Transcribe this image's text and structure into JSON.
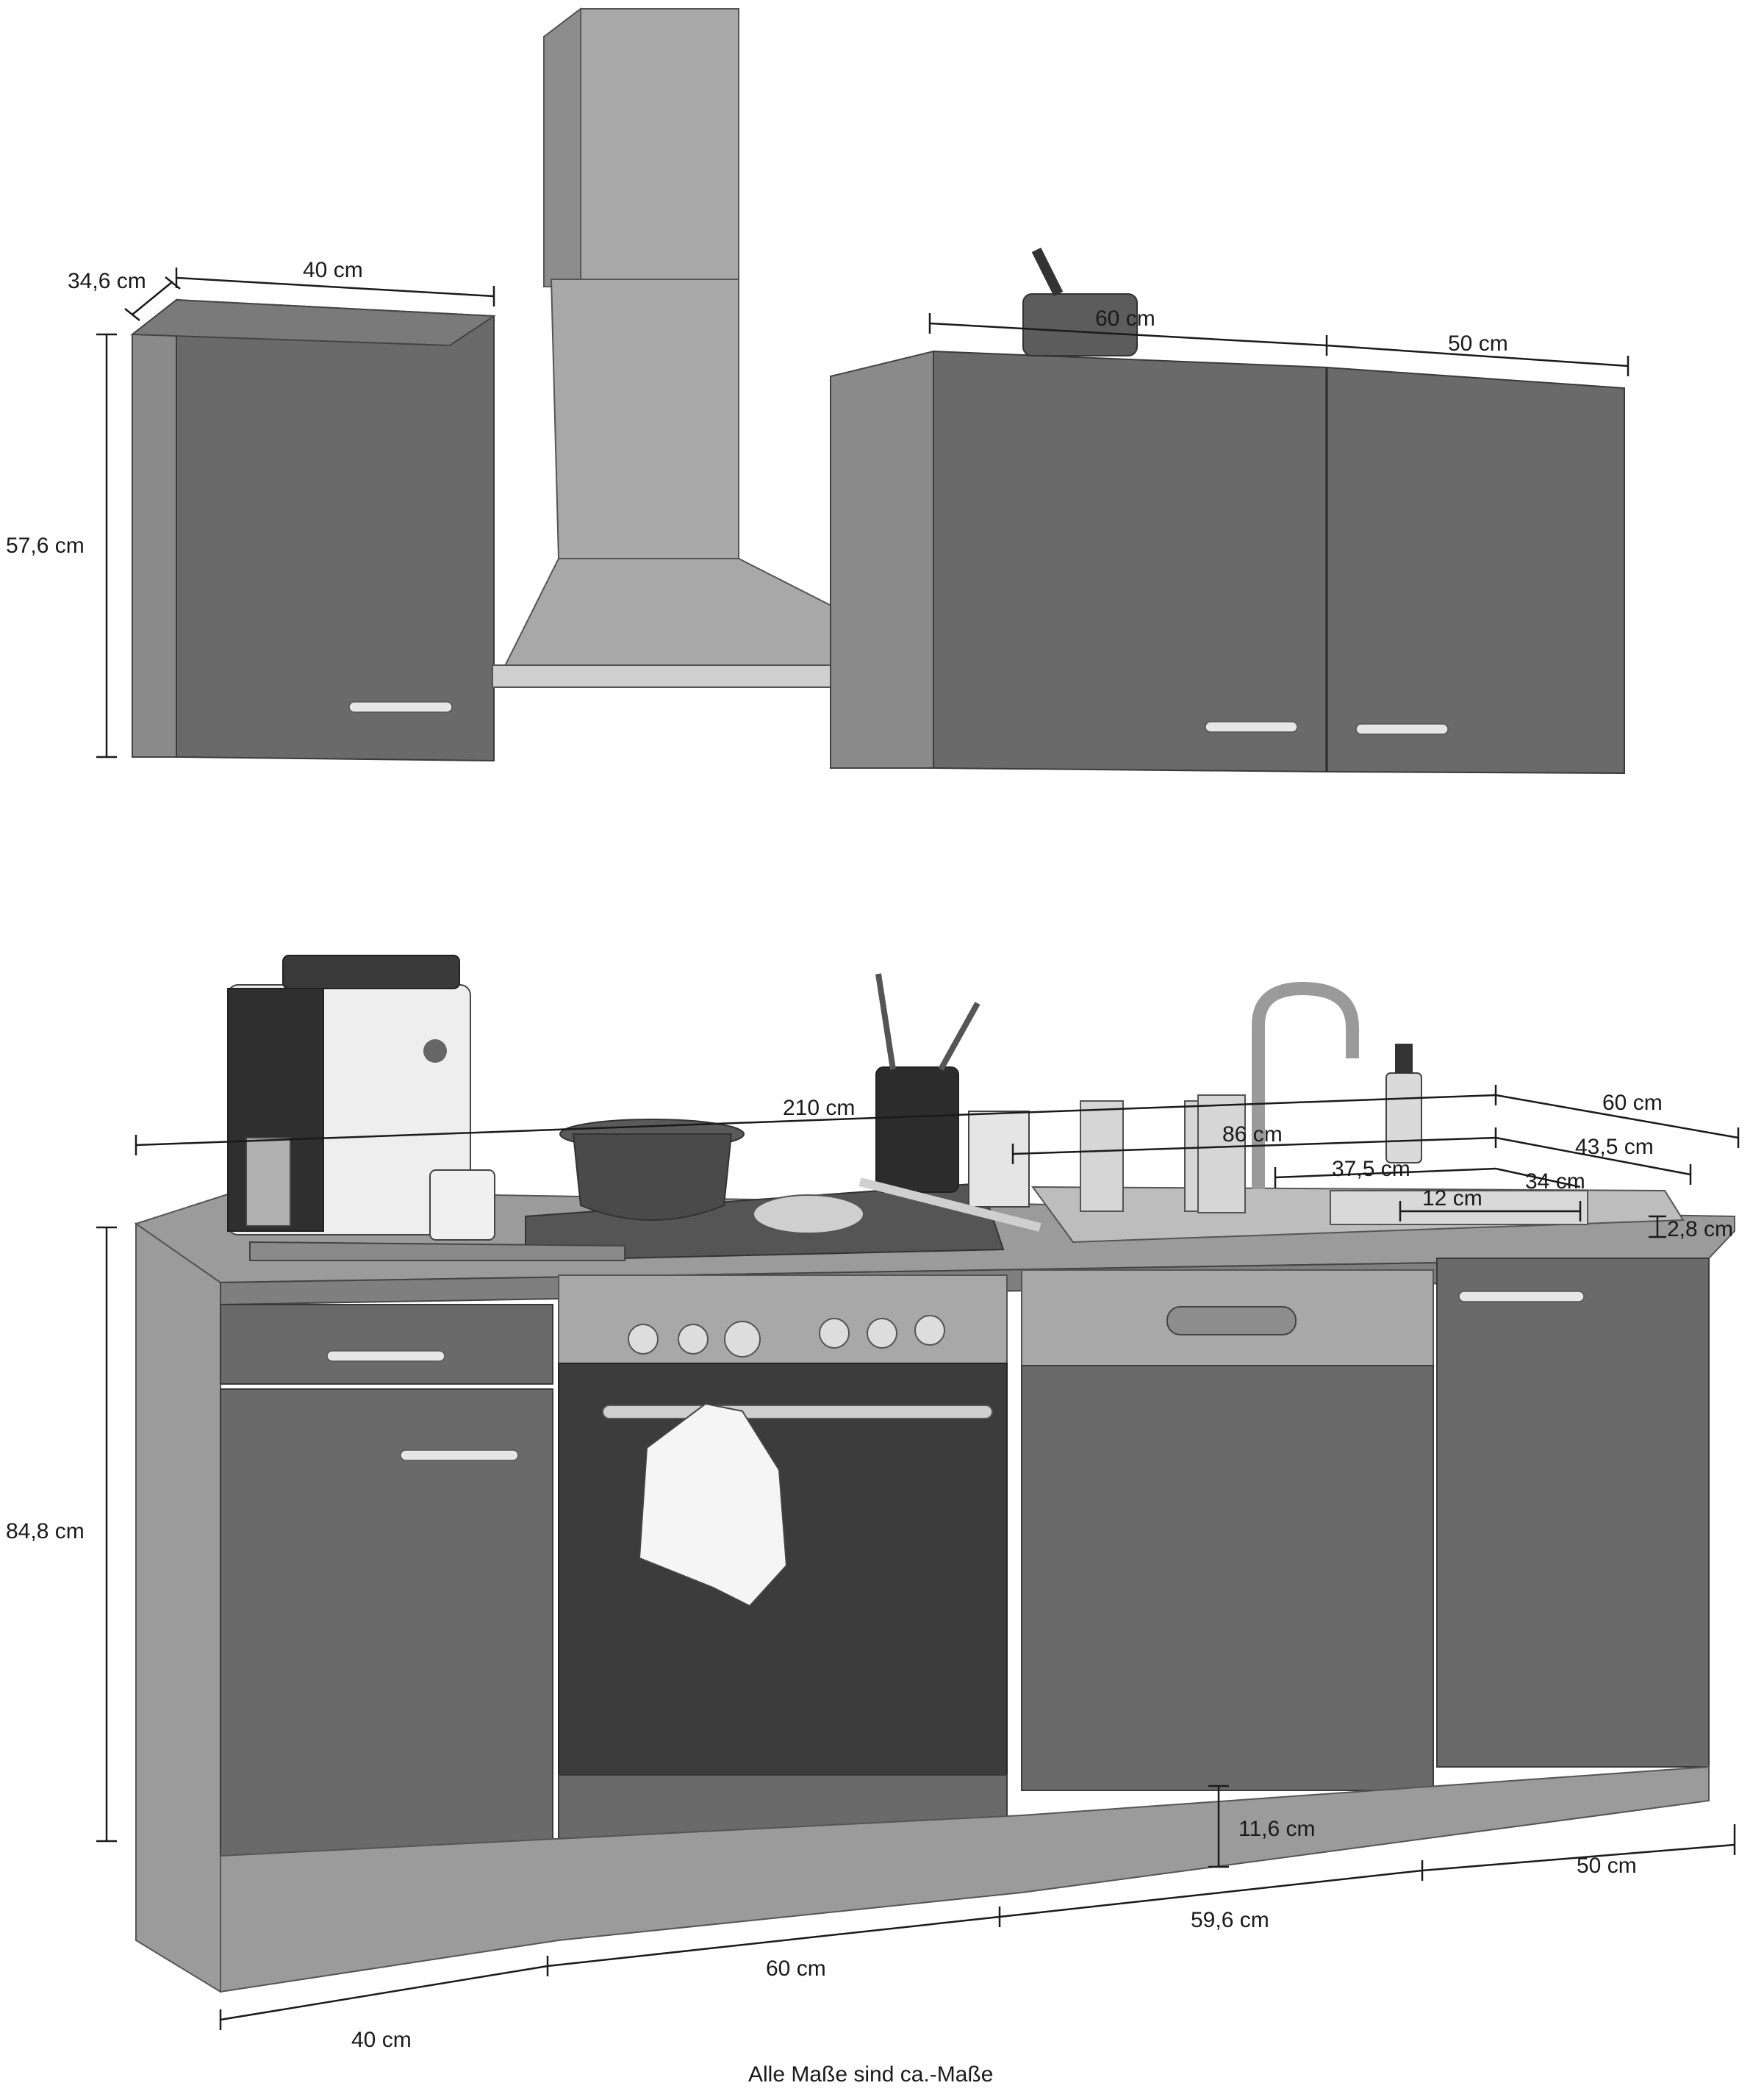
{
  "dimensions": {
    "upper_left_depth": "34,6 cm",
    "upper_left_width": "40 cm",
    "upper_left_height": "57,6 cm",
    "upper_right_width_1": "60 cm",
    "upper_right_width_2": "50 cm",
    "total_width": "210 cm",
    "counter_depth": "60 cm",
    "sink_width": "86 cm",
    "sink_depth": "43,5 cm",
    "basin_width": "37,5 cm",
    "basin_depth": "34 cm",
    "drain_offset": "12 cm",
    "counter_thickness": "2,8 cm",
    "base_height": "84,8 cm",
    "plinth_height": "11,6 cm",
    "base_width_right": "50 cm",
    "base_width_dishwasher": "59,6 cm",
    "base_width_oven": "60 cm",
    "base_width_left": "40 cm"
  },
  "footnote": "Alle Maße sind ca.-Maße",
  "colors": {
    "cabinet_front": "#6a6a6a",
    "cabinet_side": "#8a8a8a",
    "steel": "#a8a8a8",
    "line": "#1a1a1a"
  }
}
